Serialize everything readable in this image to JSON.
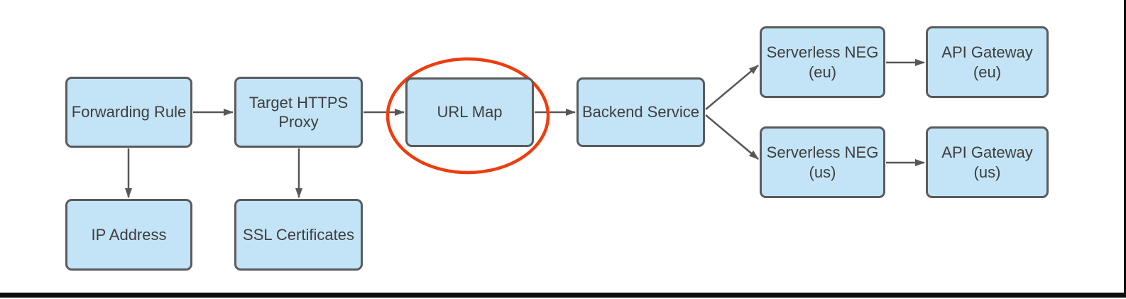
{
  "colors": {
    "background": "#ffffff",
    "node-fill": "#c3e4f6",
    "node-border": "#595b5e",
    "arrow": "#575757",
    "text": "#3e3e3e",
    "highlight": "#ee3d0e",
    "frame": "#0d0d0d"
  },
  "nodes": {
    "forwarding_rule": {
      "label": "Forwarding Rule"
    },
    "target_https_proxy": {
      "label": "Target HTTPS\nProxy"
    },
    "url_map": {
      "label": "URL Map"
    },
    "backend_service": {
      "label": "Backend Service"
    },
    "serverless_neg_eu": {
      "label": "Serverless NEG\n(eu)"
    },
    "api_gateway_eu": {
      "label": "API Gateway\n(eu)"
    },
    "serverless_neg_us": {
      "label": "Serverless NEG\n(us)"
    },
    "api_gateway_us": {
      "label": "API Gateway\n(us)"
    },
    "ip_address": {
      "label": "IP Address"
    },
    "ssl_certificates": {
      "label": "SSL Certificates"
    }
  },
  "annotation": {
    "shape": "ellipse",
    "highlighted_node": "URL Map"
  }
}
